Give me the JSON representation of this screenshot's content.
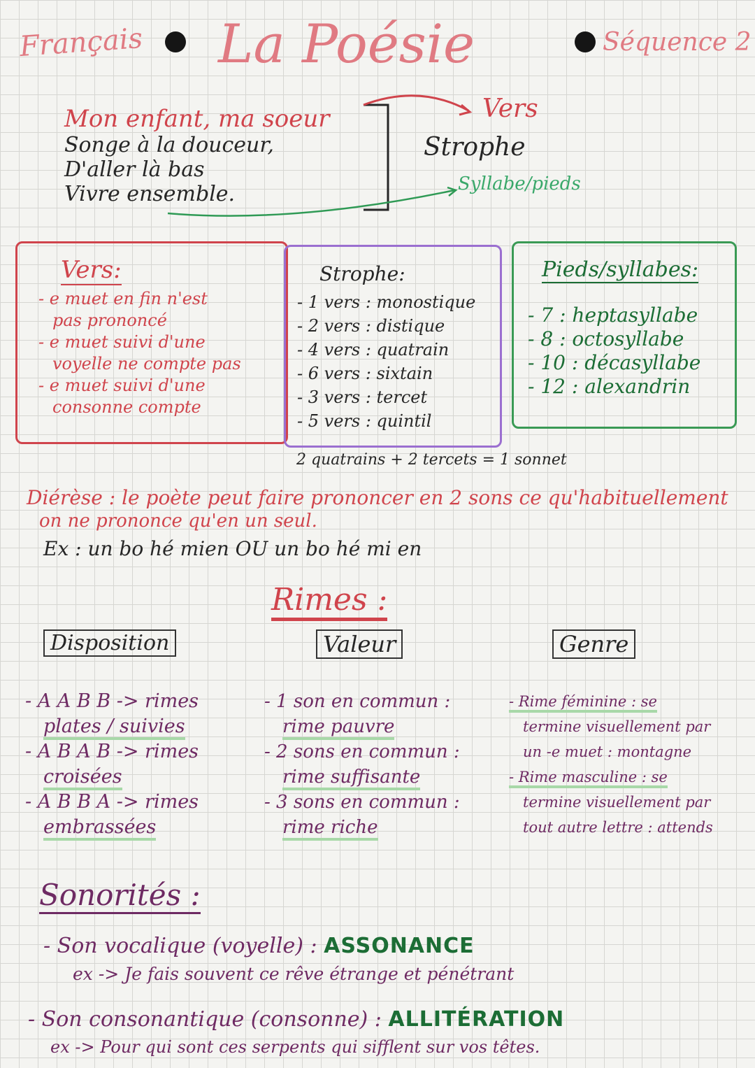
{
  "header": {
    "subject": "Français",
    "title": "La Poésie",
    "sequence": "Séquence 2"
  },
  "poem": {
    "lines": [
      "Mon enfant, ma soeur",
      "Songe à la douceur,",
      "D'aller là bas",
      "Vivre ensemble."
    ],
    "label_vers": "Vers",
    "label_strophe": "Strophe",
    "label_syllabe": "Syllabe/pieds"
  },
  "box_vers": {
    "title": "Vers:",
    "items": [
      "- e muet en fin n'est",
      "pas prononcé",
      "- e muet suivi d'une",
      "voyelle ne compte pas",
      "- e muet suivi d'une",
      "consonne compte"
    ]
  },
  "box_strophe": {
    "title": "Strophe:",
    "items": [
      "- 1 vers : monostique",
      "- 2 vers : distique",
      "- 4 vers : quatrain",
      "- 6 vers : sixtain",
      "- 3 vers : tercet",
      "- 5 vers : quintil"
    ],
    "sonnet_note": "2 quatrains + 2 tercets = 1 sonnet"
  },
  "box_pieds": {
    "title": "Pieds/syllabes:",
    "items": [
      "- 7 : heptasyllabe",
      "- 8 : octosyllabe",
      "- 10 : décasyllabe",
      "- 12 : alexandrin"
    ]
  },
  "dierese": {
    "line1": "Diérèse : le poète peut faire prononcer en 2 sons ce qu'habituellement",
    "line2": "on ne prononce qu'en un seul.",
    "example": "Ex : un bo hé mien OU un bo hé mi en"
  },
  "rimes": {
    "title": "Rimes :",
    "disposition": {
      "heading": "Disposition",
      "items": [
        "- A A B B -> rimes",
        "plates / suivies",
        "- A B A B -> rimes",
        "croisées",
        "- A B B A -> rimes",
        "embrassées"
      ]
    },
    "valeur": {
      "heading": "Valeur",
      "items": [
        "- 1 son en commun :",
        "rime pauvre",
        "- 2 sons en commun :",
        "rime suffisante",
        "- 3 sons en commun :",
        "rime riche"
      ]
    },
    "genre": {
      "heading": "Genre",
      "items": [
        "- Rime féminine : se",
        "termine visuellement par",
        "un -e muet : montagne",
        "- Rime masculine : se",
        "termine visuellement par",
        "tout autre lettre : attends"
      ]
    }
  },
  "sonorites": {
    "title": "Sonorités :",
    "vocalique_label": "- Son vocalique (voyelle) :",
    "vocalique_term": "ASSONANCE",
    "vocalique_example": "ex -> Je fais souvent ce rêve étrange et pénétrant",
    "consonantique_label": "- Son consonantique (consonne) :",
    "consonantique_term": "ALLITÉRATION",
    "consonantique_example": "ex -> Pour qui sont ces serpents qui sifflent sur vos têtes."
  }
}
